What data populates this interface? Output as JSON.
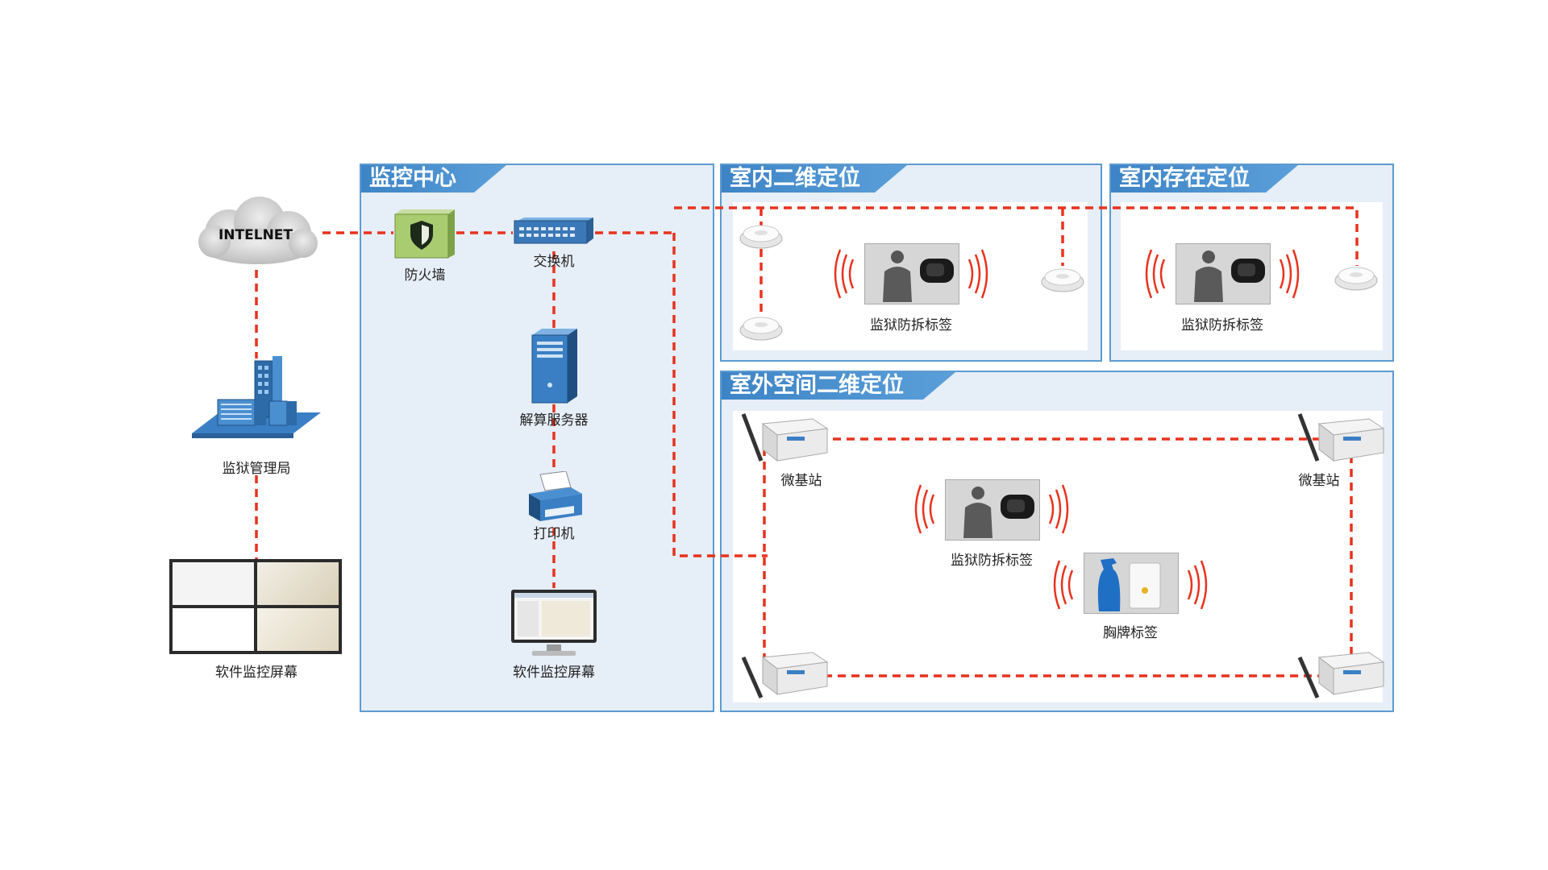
{
  "cloud": {
    "label": "INTELNET"
  },
  "left": {
    "bureau_label": "监狱管理局",
    "screens_label": "软件监控屏幕"
  },
  "panels": {
    "monitor": {
      "title": "监控中心"
    },
    "indoor2d": {
      "title": "室内二维定位"
    },
    "presence": {
      "title": "室内存在定位"
    },
    "outdoor": {
      "title": "室外空间二维定位"
    }
  },
  "monitor": {
    "firewall_label": "防火墙",
    "switch_label": "交换机",
    "server_label": "解算服务器",
    "printer_label": "打印机",
    "screen_label": "软件监控屏幕"
  },
  "indoor2d": {
    "tag_label": "监狱防拆标签"
  },
  "presence": {
    "tag_label": "监狱防拆标签"
  },
  "outdoor": {
    "station_tl_label": "微基站",
    "station_tr_label": "微基站",
    "tag_label": "监狱防拆标签",
    "badge_label": "胸牌标签"
  },
  "colors": {
    "panel_border": "#5d9bd0",
    "panel_fill": "#e6eef7",
    "title_bar": "#3d84c6",
    "wire": "#e8321e",
    "wave": "#e8321e",
    "icon_blue": "#3a7fc4"
  }
}
